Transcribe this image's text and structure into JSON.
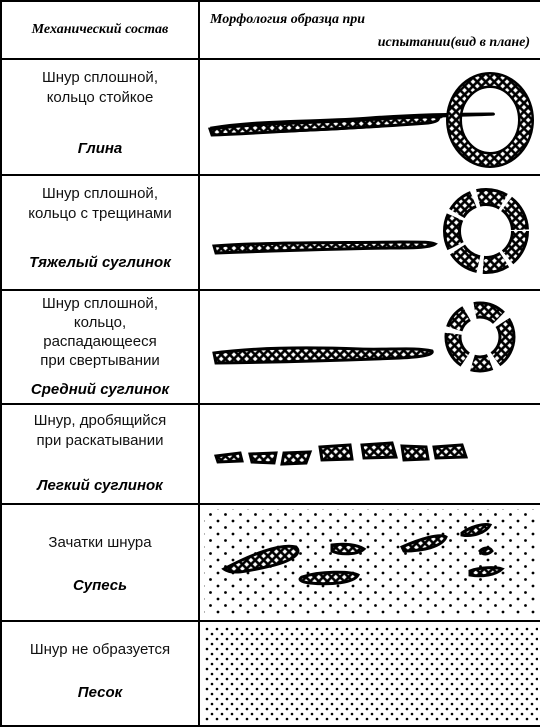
{
  "header": {
    "col1": "Механический состав",
    "col2_line1": "Морфология образца при",
    "col2_line2": "испытании(вид в плане)"
  },
  "rows": [
    {
      "description": "Шнур сплошной,\nкольцо стойкое",
      "soil": "Глина"
    },
    {
      "description": "Шнур сплошной,\nкольцо с трещинами",
      "soil": "Тяжелый суглинок"
    },
    {
      "description": "Шнур сплошной,\nкольцо,\nраспадающееся\nпри свертывании",
      "soil": "Средний суглинок"
    },
    {
      "description": "Шнур, дробящийся\nпри раскатывании",
      "soil": "Легкий суглинок"
    },
    {
      "description": "Зачатки шнура",
      "soil": "Супесь"
    },
    {
      "description": "Шнур не образуется",
      "soil": "Песок"
    }
  ]
}
